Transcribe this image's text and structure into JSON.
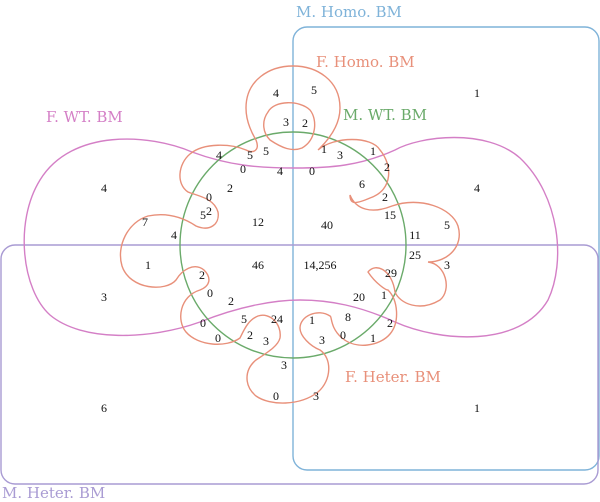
{
  "sets": [
    {
      "key": "m_homo",
      "label": "M. Homo. BM",
      "color": "#7fb3d9"
    },
    {
      "key": "f_homo",
      "label": "F. Homo. BM",
      "color": "#e8907a"
    },
    {
      "key": "m_wt",
      "label": "M. WT. BM",
      "color": "#6aaa6a"
    },
    {
      "key": "f_wt",
      "label": "F. WT. BM",
      "color": "#d47fc6"
    },
    {
      "key": "f_heter",
      "label": "F. Heter. BM",
      "color": "#e8907a"
    },
    {
      "key": "m_heter",
      "label": "M. Heter. BM",
      "color": "#a99bd3"
    }
  ],
  "regions": [
    "4",
    "5",
    "1",
    "3",
    "2",
    "5",
    "5",
    "4",
    "4",
    "0",
    "1",
    "3",
    "1",
    "0",
    "2",
    "4",
    "4",
    "6",
    "0",
    "2",
    "2",
    "2",
    "5",
    "15",
    "12",
    "40",
    "7",
    "11",
    "4",
    "5",
    "1",
    "46",
    "14,256",
    "25",
    "3",
    "29",
    "3",
    "2",
    "20",
    "1",
    "0",
    "2",
    "5",
    "24",
    "1",
    "8",
    "2",
    "0",
    "0",
    "2",
    "3",
    "0",
    "3",
    "1",
    "3",
    "6",
    "1",
    "0",
    "3"
  ]
}
